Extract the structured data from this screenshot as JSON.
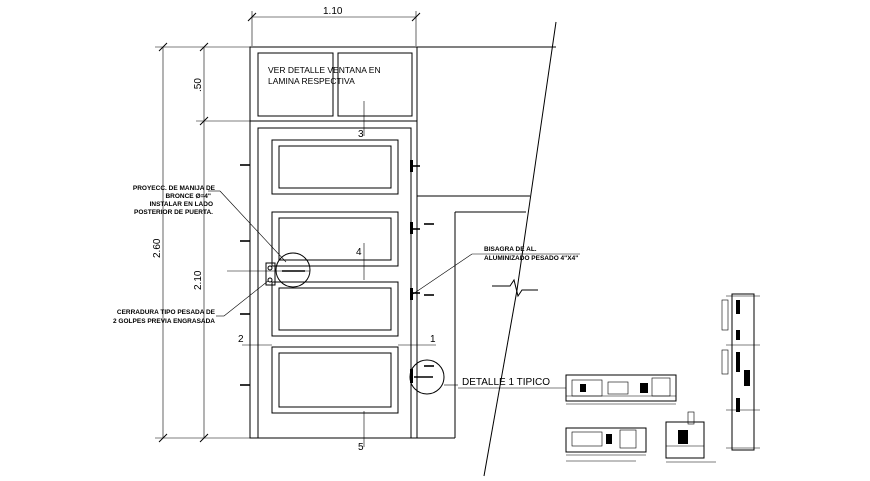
{
  "dimensions": {
    "width_label": "1.10",
    "transom_label": ".50",
    "door_height_label": "2.10",
    "total_height_label": "2.60"
  },
  "notes": {
    "window_ref_line1": "VER DETALLE VENTANA EN",
    "window_ref_line2": "LAMINA RESPECTIVA",
    "handle_line1": "PROYECC. DE MANIJA DE",
    "handle_line2": "BRONCE Ø=4\"",
    "handle_line3": "INSTALAR EN LADO",
    "handle_line4": "POSTERIOR DE PUERTA.",
    "lock_line1": "CERRADURA TIPO PESADA DE",
    "lock_line2": "2 GOLPES PREVIA ENGRASADA",
    "hinge_line1": "BISAGRA DE AL.",
    "hinge_line2": "ALUMINIZADO PESADO 4\"X4\""
  },
  "section_marks": {
    "m1": "1",
    "m2": "2",
    "m3": "3",
    "m4": "4",
    "m5": "5"
  },
  "detail_title": "DETALLE 1 TIPICO"
}
